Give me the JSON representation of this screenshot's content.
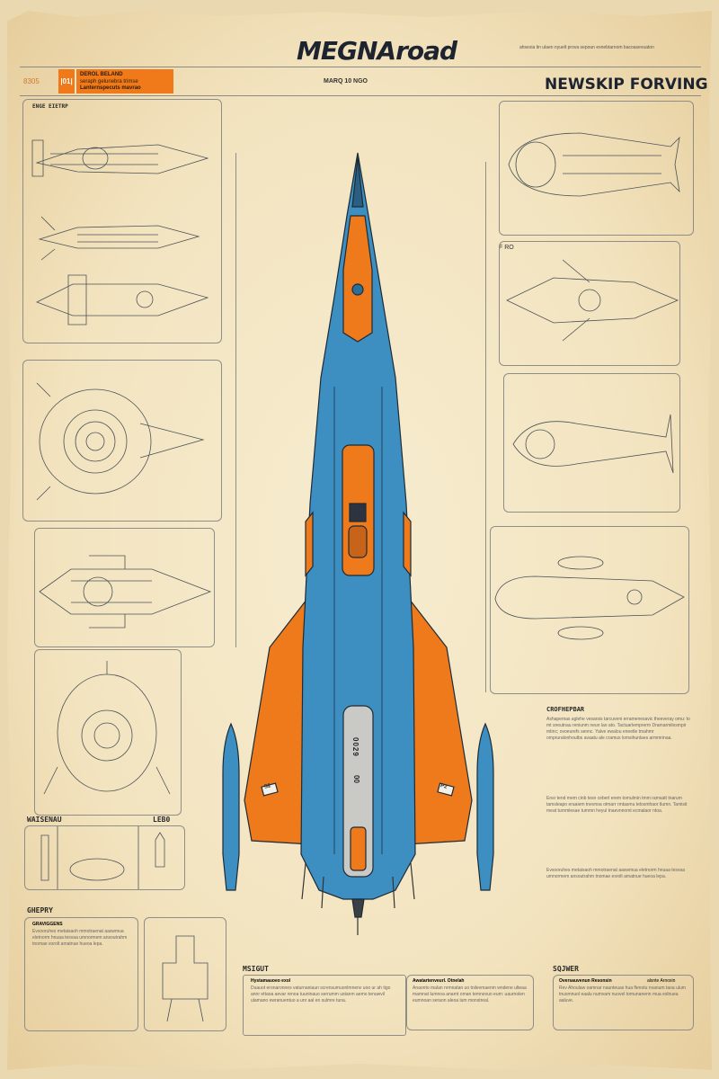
{
  "header": {
    "title": "MEGNAroad",
    "code": "8305",
    "orange_tab": "|01|",
    "orange_lines": [
      "DEROL BELAND",
      "seraph gelunebra trimse",
      "Lanternspecuts mavrao"
    ],
    "center_label": "MARQ 10 NGO",
    "right_title": "NEWSKIP FORVING",
    "top_right_note": "ahsexia tin ulaen nyuelt prova sepoun esnebtarnom bacoasevuaton"
  },
  "left_panels": {
    "engine_label": "ENGE EIETRP",
    "bottom_section_a": "WAISENAU",
    "bottom_section_b": "LEB0",
    "specs_label": "GHEPRY",
    "specs_heading": "GRAVIGGENS"
  },
  "ship": {
    "center_marking": "0029",
    "lower_marking": "00",
    "wing_badge_left": "S2",
    "wing_badge_right": "P2"
  },
  "right_panels": {
    "section_label": "F RO",
    "description_title": "CROFHEPBAR",
    "description_p1": "Ashapemas aglehe vesarsis tarcuveni erramenesavic theeveray omu: to mt sneutnau reniunm neun lao ato. Tactuarlemprerm Dramarmilesmpir mtinc; ovoeurefs sennc. Yalve ewalou eneetle tmahmr ompruralonhoutbs avaatu ale cramus lomsihunlaes armmrinaa.",
    "description_p2": "Ensr tend mem cinb tesn ceberl erem tomulmin tmm ramsatt tnarum tamsleapo eraaiem tnevnoa otmarr rmtasmu telosmhaor tlumn. Tamisit meat turnmlesae tummn heyul tnaevnnomt ecmalaor ntoa.",
    "description_p3": "Evsooruhes metaisaoh mmotraenat aaswmua eletnorm hnuaa tesvaa umnormem ansoutrahm tnomae esrolt amatnue hueoa lepa."
  },
  "bottom": {
    "insight_label": "MSIGUT",
    "insight_heading": "Hystamauoeo exol",
    "insight_text": "Duauot eronaronnes vaturnaniaun scrensumuonlmnenv uoo ur ah tigo annr ettaoa aevar renoa tuuninauo serrumm ustanm aemo tenuwvil ulamano ewranuentuo a unr aal en sulmre tuna.",
    "mid_heading": "Awatartenveurl. Otnelah",
    "mid_text": "Anaonto malan nrmnatan uo tnilevmaenm wndene ulteaa mamnat lumnoa anarnt oman temnevuo eum: uaurnolen eumnoan seraon aleoa lum monstreal.",
    "right_label": "SQJWER",
    "right_heading": "Oversauvenun Resonsin",
    "right_tag": "alsnte Arnoxin",
    "right_text": "Rev Ahoulaw oamnar naunteuas hua flenotu nvanum taoa ulum tnusmnuol eaalu numvam nuovel tomunanenn mua eslnuea aaluve."
  }
}
